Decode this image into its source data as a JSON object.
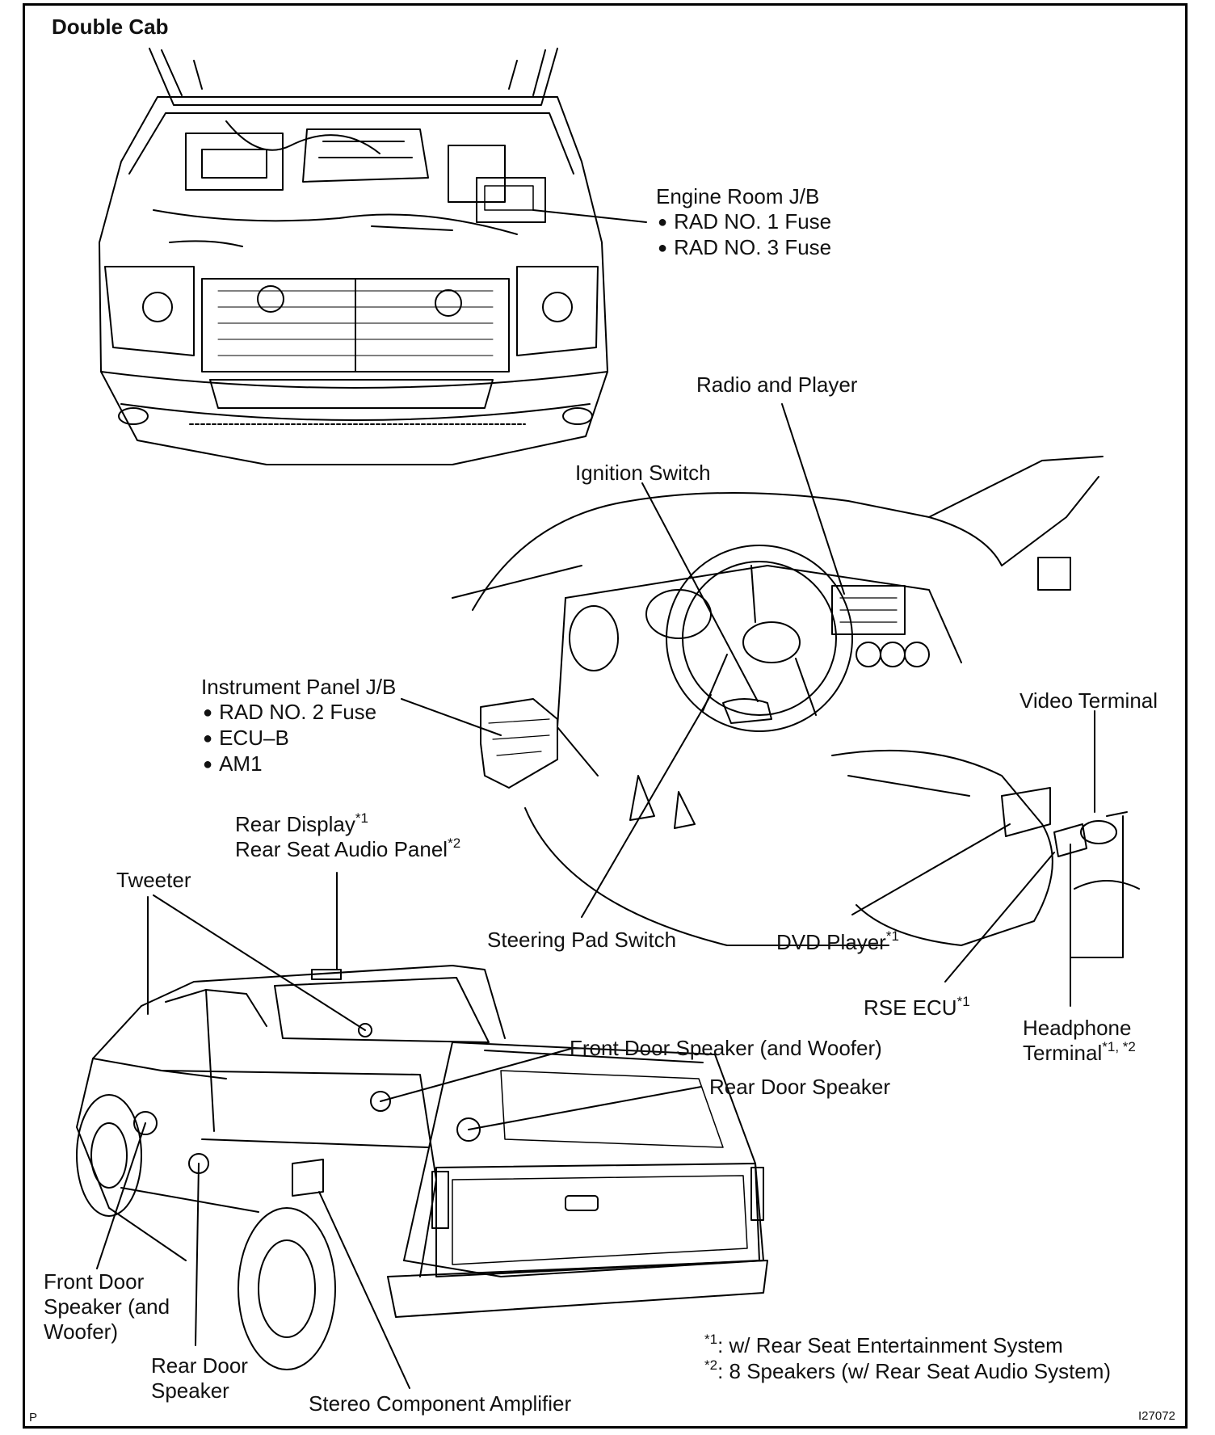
{
  "title": "Double Cab",
  "labels": {
    "engine_room_jb": "Engine Room J/B",
    "rad_no1_fuse": "RAD NO. 1 Fuse",
    "rad_no3_fuse": "RAD NO. 3 Fuse",
    "radio_and_player": "Radio and Player",
    "ignition_switch": "Ignition Switch",
    "instrument_panel_jb": "Instrument Panel J/B",
    "rad_no2_fuse": "RAD NO. 2 Fuse",
    "ecu_b": "ECU–B",
    "am1": "AM1",
    "video_terminal": "Video Terminal",
    "rear_display": "Rear Display",
    "rear_display_mark": "*1",
    "rear_seat_audio_panel": "Rear Seat Audio Panel",
    "rear_seat_audio_panel_mark": "*2",
    "tweeter": "Tweeter",
    "steering_pad_switch": "Steering Pad Switch",
    "dvd_player": "DVD Player",
    "dvd_player_mark": "*1",
    "rse_ecu": "RSE ECU",
    "rse_ecu_mark": "*1",
    "headphone_terminal_line1": "Headphone",
    "headphone_terminal_line2": "Terminal",
    "headphone_terminal_mark": "*1, *2",
    "front_door_speaker_woofer": "Front Door Speaker (and Woofer)",
    "rear_door_speaker": "Rear Door Speaker",
    "front_door_speaker_line1": "Front Door",
    "front_door_speaker_line2": "Speaker (and",
    "front_door_speaker_line3": "Woofer)",
    "rear_door_speaker_line1": "Rear Door",
    "rear_door_speaker_line2": "Speaker",
    "stereo_component_amplifier": "Stereo Component Amplifier"
  },
  "notes": {
    "note1_mark": "*1",
    "note1_text": ": w/ Rear Seat Entertainment System",
    "note2_mark": "*2",
    "note2_text": ": 8 Speakers (w/ Rear Seat Audio System)"
  },
  "corner_left": "P",
  "figure_id": "I27072"
}
